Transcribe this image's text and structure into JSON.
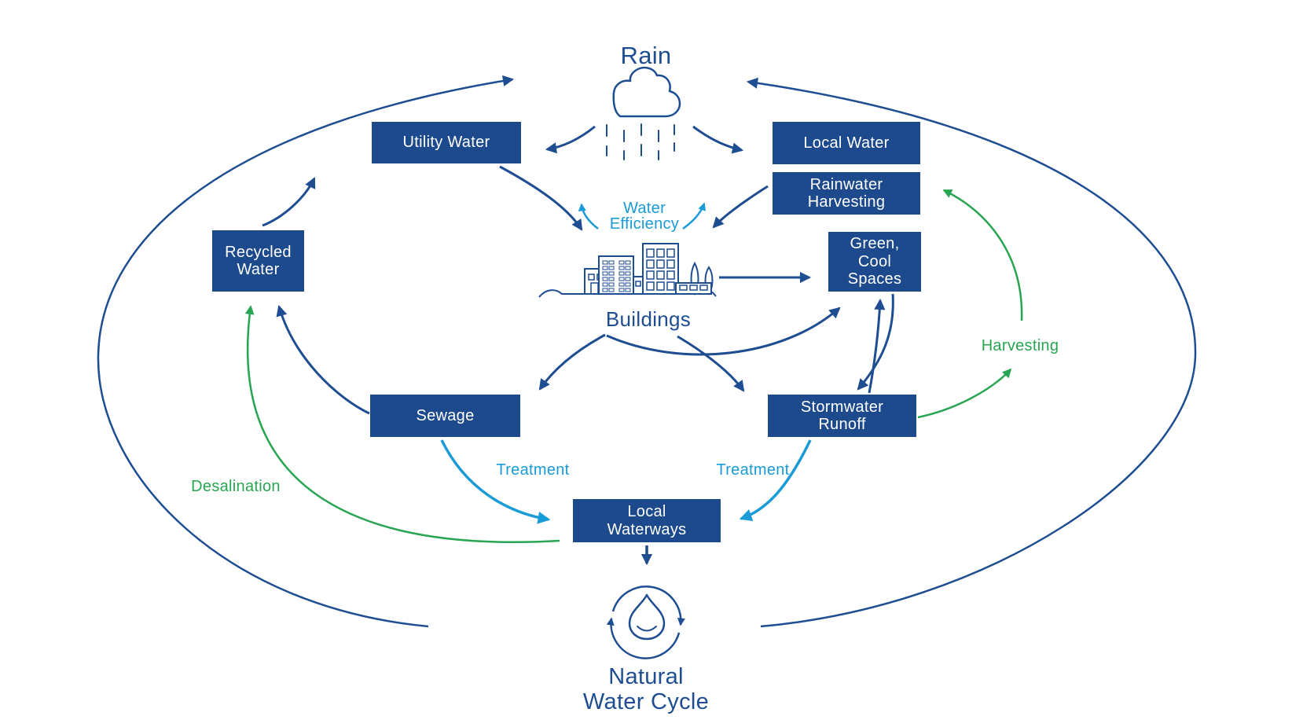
{
  "colors": {
    "navy": "#1e4d92",
    "box_fill": "#1d4a8c",
    "teal": "#199bd7",
    "green": "#27a551",
    "background": "#ffffff"
  },
  "nodes": {
    "utility_water": "Utility Water",
    "local_water": "Local Water",
    "rainwater_harvesting": "Rainwater\nHarvesting",
    "recycled_water": "Recycled\nWater",
    "green_cool_spaces": "Green,\nCool\nSpaces",
    "sewage": "Sewage",
    "stormwater_runoff": "Stormwater\nRunoff",
    "local_waterways": "Local\nWaterways"
  },
  "labels": {
    "rain": "Rain",
    "buildings": "Buildings",
    "natural_water_cycle": "Natural\nWater Cycle",
    "water_efficiency": "Water\nEfficiency",
    "treatment_left": "Treatment",
    "treatment_right": "Treatment",
    "desalination": "Desalination",
    "harvesting": "Harvesting"
  },
  "icons": {
    "rain_cloud": "rain-cloud-icon",
    "buildings": "buildings-icon",
    "natural_water_cycle": "water-drop-cycle-icon"
  },
  "flows": [
    {
      "id": "outer-left",
      "from": "Natural Water Cycle",
      "to": "Rain",
      "color": "navy"
    },
    {
      "id": "outer-right",
      "from": "Natural Water Cycle",
      "to": "Rain",
      "color": "navy"
    },
    {
      "id": "rain-utility",
      "from": "Rain",
      "to": "Utility Water",
      "color": "navy"
    },
    {
      "id": "rain-local",
      "from": "Rain",
      "to": "Local Water",
      "color": "navy"
    },
    {
      "id": "utility-buildings",
      "from": "Utility Water",
      "to": "Buildings",
      "color": "navy"
    },
    {
      "id": "rainharvest-buildings",
      "from": "Rainwater Harvesting",
      "to": "Buildings",
      "color": "navy"
    },
    {
      "id": "efficiency-left",
      "from": "Buildings",
      "to": "Buildings",
      "label": "Water Efficiency",
      "color": "teal"
    },
    {
      "id": "efficiency-right",
      "from": "Buildings",
      "to": "Buildings",
      "label": "Water Efficiency",
      "color": "teal"
    },
    {
      "id": "buildings-sewage",
      "from": "Buildings",
      "to": "Sewage",
      "color": "navy"
    },
    {
      "id": "buildings-stormwater",
      "from": "Buildings",
      "to": "Stormwater Runoff",
      "color": "navy"
    },
    {
      "id": "buildings-greenspaces-direct",
      "from": "Buildings",
      "to": "Green, Cool Spaces",
      "color": "navy"
    },
    {
      "id": "buildings-greenspaces-curved",
      "from": "Buildings",
      "to": "Green, Cool Spaces",
      "color": "navy"
    },
    {
      "id": "stormwater-greenspaces",
      "from": "Stormwater Runoff",
      "to": "Green, Cool Spaces",
      "color": "navy"
    },
    {
      "id": "greenspaces-stormwater",
      "from": "Green, Cool Spaces",
      "to": "Stormwater Runoff",
      "color": "navy"
    },
    {
      "id": "sewage-recycled",
      "from": "Sewage",
      "to": "Recycled Water",
      "color": "navy"
    },
    {
      "id": "recycled-utility",
      "from": "Recycled Water",
      "to": "Utility Water",
      "color": "navy"
    },
    {
      "id": "sewage-waterways",
      "from": "Sewage",
      "to": "Local Waterways",
      "label": "Treatment",
      "color": "teal"
    },
    {
      "id": "stormwater-waterways",
      "from": "Stormwater Runoff",
      "to": "Local Waterways",
      "label": "Treatment",
      "color": "teal"
    },
    {
      "id": "waterways-naturalcycle",
      "from": "Local Waterways",
      "to": "Natural Water Cycle",
      "color": "navy"
    },
    {
      "id": "waterways-recycled",
      "from": "Local Waterways",
      "to": "Recycled Water",
      "label": "Desalination",
      "color": "green"
    },
    {
      "id": "stormwater-harvesting",
      "from": "Stormwater Runoff",
      "to": "Harvesting",
      "color": "green"
    },
    {
      "id": "harvesting-rainharvest",
      "from": "Harvesting",
      "to": "Rainwater Harvesting",
      "label": "Harvesting",
      "color": "green"
    }
  ]
}
